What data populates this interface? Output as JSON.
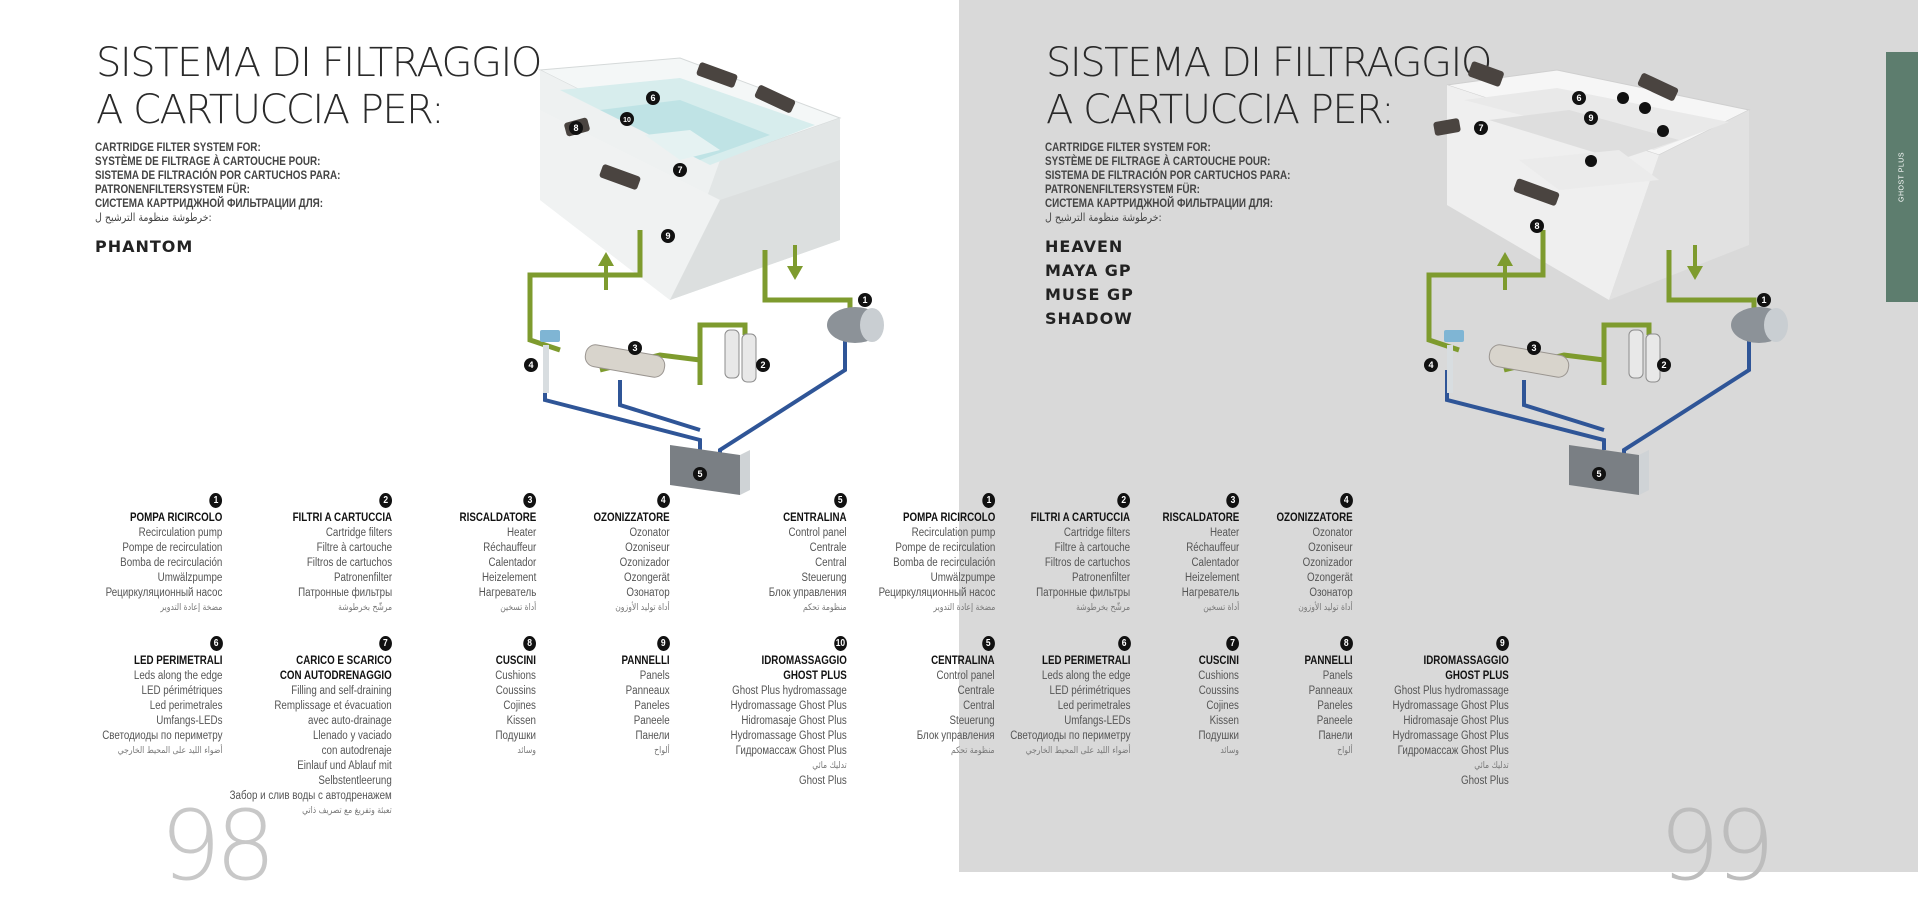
{
  "left": {
    "title": [
      "SISTEMA DI FILTRAGGIO",
      "A CARTUCCIA PER:"
    ],
    "subtitles": [
      "CARTRIDGE FILTER SYSTEM FOR:",
      "SYSTÈME DE FILTRAGE À CARTOUCHE POUR:",
      "SISTEMA DE FILTRACIÓN POR CARTUCHOS PARA:",
      "PATRONENFILTERSYSTEM FÜR:",
      "СИСТЕМА КАРТРИДЖНОЙ ФИЛЬТРАЦИИ ДЛЯ:",
      "خرطوشة منظومة الترشيح ل:"
    ],
    "models": [
      "PHANTOM"
    ],
    "page_number": "98",
    "specs": [
      {
        "num": "1",
        "lines": [
          "POMPA RICIRCOLO",
          "Recirculation pump",
          "Pompe de recirculation",
          "Bomba de recirculación",
          "Umwälzpumpe",
          "Рециркуляционный насос",
          "مضخة إعادة التدوير"
        ]
      },
      {
        "num": "2",
        "lines": [
          "FILTRI A CARTUCCIA",
          "Cartridge filters",
          "Filtre à cartouche",
          "Filtros de cartuchos",
          "Patronenfilter",
          "Патронные фильтры",
          "مرشّح بخرطوشة"
        ]
      },
      {
        "num": "3",
        "lines": [
          "RISCALDATORE",
          "Heater",
          "Réchauffeur",
          "Calentador",
          "Heizelement",
          "Нагреватель",
          "أداة تسخين"
        ]
      },
      {
        "num": "4",
        "lines": [
          "OZONIZZATORE",
          "Ozonator",
          "Ozoniseur",
          "Ozonizador",
          "Ozongerät",
          "Озонатор",
          "أداة توليد الأوزون"
        ]
      },
      {
        "num": "5",
        "lines": [
          "CENTRALINA",
          "Control panel",
          "Centrale",
          "Central",
          "Steuerung",
          "Блок управления",
          "منظومة تحكم"
        ]
      },
      {
        "num": "6",
        "lines": [
          "LED PERIMETRALI",
          "Leds along the edge",
          "LED périmétriques",
          "Led perimetrales",
          "Umfangs-LEDs",
          "Светодиоды по периметру",
          "أضواء الليد على المحيط الخارجي"
        ]
      },
      {
        "num": "7",
        "lines": [
          "CARICO E SCARICO",
          "CON AUTODRENAGGIO",
          "Filling and self-draining",
          "Remplissage et évacuation",
          "avec auto-drainage",
          "Llenado y vaciado",
          "con autodrenaje",
          "Einlauf und Ablauf mit",
          "Selbstentleerung",
          "Забор и слив воды с автодренажем",
          "تعبئة وتفريغ مع تصريف ذاتي"
        ]
      },
      {
        "num": "8",
        "lines": [
          "CUSCINI",
          "Cushions",
          "Coussins",
          "Cojines",
          "Kissen",
          "Подушки",
          "وسائد"
        ]
      },
      {
        "num": "9",
        "lines": [
          "PANNELLI",
          "Panels",
          "Panneaux",
          "Paneles",
          "Paneele",
          "Панели",
          "ألواح"
        ]
      },
      {
        "num": "10",
        "lines": [
          "IDROMASSAGGIO",
          "GHOST PLUS",
          "Ghost Plus hydromassage",
          "Hydromassage Ghost Plus",
          "Hidromasaje Ghost Plus",
          "Hydromassage Ghost Plus",
          "Гидромассаж Ghost Plus",
          "تدليك مائي",
          "Ghost Plus"
        ]
      }
    ],
    "diagram_labels": [
      "1",
      "2",
      "3",
      "4",
      "5",
      "6",
      "7",
      "8",
      "9",
      "10"
    ]
  },
  "right": {
    "title": [
      "SISTEMA DI FILTRAGGIO",
      "A CARTUCCIA PER:"
    ],
    "subtitles": [
      "CARTRIDGE FILTER SYSTEM FOR:",
      "SYSTÈME DE FILTRAGE À CARTOUCHE POUR:",
      "SISTEMA DE FILTRACIÓN POR CARTUCHOS PARA:",
      "PATRONENFILTERSYSTEM FÜR:",
      "СИСТЕМА КАРТРИДЖНОЙ ФИЛЬТРАЦИИ ДЛЯ:",
      "خرطوشة منظومة الترشيح ل:"
    ],
    "models": [
      "HEAVEN",
      "MAYA GP",
      "MUSE GP",
      "SHADOW"
    ],
    "page_number": "99",
    "side_tab": "GHOST PLUS",
    "specs": [
      {
        "num": "1",
        "lines": [
          "POMPA RICIRCOLO",
          "Recirculation pump",
          "Pompe de recirculation",
          "Bomba de recirculación",
          "Umwälzpumpe",
          "Рециркуляционный насос",
          "مضخة إعادة التدوير"
        ]
      },
      {
        "num": "2",
        "lines": [
          "FILTRI A CARTUCCIA",
          "Cartridge filters",
          "Filtre à cartouche",
          "Filtros de cartuchos",
          "Patronenfilter",
          "Патронные фильтры",
          "مرشّح بخرطوشة"
        ]
      },
      {
        "num": "3",
        "lines": [
          "RISCALDATORE",
          "Heater",
          "Réchauffeur",
          "Calentador",
          "Heizelement",
          "Нагреватель",
          "أداة تسخين"
        ]
      },
      {
        "num": "4",
        "lines": [
          "OZONIZZATORE",
          "Ozonator",
          "Ozoniseur",
          "Ozonizador",
          "Ozongerät",
          "Озонатор",
          "أداة توليد الأوزون"
        ]
      },
      {
        "num": "5",
        "lines": [
          "CENTRALINA",
          "Control panel",
          "Centrale",
          "Central",
          "Steuerung",
          "Блок управления",
          "منظومة تحكم"
        ]
      },
      {
        "num": "6",
        "lines": [
          "LED PERIMETRALI",
          "Leds along the edge",
          "LED périmétriques",
          "Led perimetrales",
          "Umfangs-LEDs",
          "Светодиоды по периметру",
          "أضواء الليد على المحيط الخارجي"
        ]
      },
      {
        "num": "7",
        "lines": [
          "CUSCINI",
          "Cushions",
          "Coussins",
          "Cojines",
          "Kissen",
          "Подушки",
          "وسائد"
        ]
      },
      {
        "num": "8",
        "lines": [
          "PANNELLI",
          "Panels",
          "Panneaux",
          "Paneles",
          "Paneele",
          "Панели",
          "ألواح"
        ]
      },
      {
        "num": "9",
        "lines": [
          "IDROMASSAGGIO",
          "GHOST PLUS",
          "Ghost Plus hydromassage",
          "Hydromassage Ghost Plus",
          "Hidromasaje Ghost Plus",
          "Hydromassage Ghost Plus",
          "Гидромассаж Ghost Plus",
          "تدليك مائي",
          "Ghost Plus"
        ]
      }
    ],
    "diagram_labels": [
      "1",
      "2",
      "3",
      "4",
      "5",
      "6",
      "7",
      "8",
      "9"
    ]
  }
}
